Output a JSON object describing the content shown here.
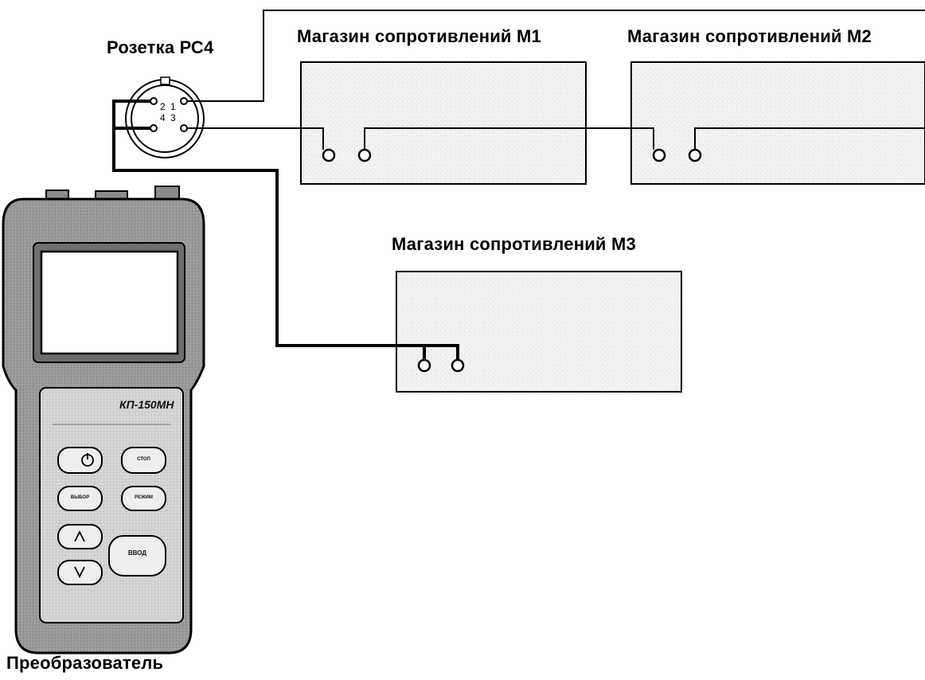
{
  "socket": {
    "label": "Розетка РС4",
    "pins": [
      "1",
      "2",
      "3",
      "4"
    ]
  },
  "boxes": [
    {
      "label": "Магазин сопротивлений М1"
    },
    {
      "label": "Магазин сопротивлений М2"
    },
    {
      "label": "Магазин сопротивлений М3"
    }
  ],
  "device": {
    "label": "Преобразователь",
    "model": "КП-150МН",
    "buttons": {
      "stop": "СТОП",
      "select": "ВЫБОР",
      "mode": "РЕЖИМ",
      "enter": "ВВОД"
    }
  }
}
